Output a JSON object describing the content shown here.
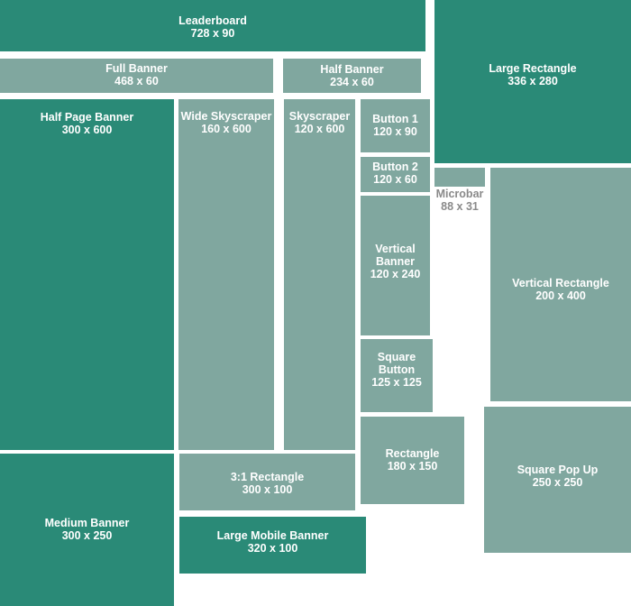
{
  "colors": {
    "dark": "#2a8a77",
    "light": "#80a79f",
    "microbar_text": "#8a8a8a"
  },
  "ads": {
    "leaderboard": {
      "name": "Leaderboard",
      "size": "728 x 90"
    },
    "full_banner": {
      "name": "Full Banner",
      "size": "468 x 60"
    },
    "half_banner": {
      "name": "Half Banner",
      "size": "234 x 60"
    },
    "large_rectangle": {
      "name": "Large Rectangle",
      "size": "336 x 280"
    },
    "half_page_banner": {
      "name": "Half Page Banner",
      "size": "300 x 600"
    },
    "wide_skyscraper": {
      "name": "Wide Skyscraper",
      "size": "160 x 600"
    },
    "skyscraper": {
      "name": "Skyscraper",
      "size": "120 x 600"
    },
    "button_1": {
      "name": "Button 1",
      "size": "120 x 90"
    },
    "button_2": {
      "name": "Button 2",
      "size": "120 x 60"
    },
    "microbar": {
      "name": "Microbar",
      "size": "88 x 31"
    },
    "vertical_banner": {
      "name_line1": "Vertical",
      "name_line2": "Banner",
      "size": "120 x 240"
    },
    "vertical_rectangle": {
      "name": "Vertical Rectangle",
      "size": "200 x 400"
    },
    "square_button": {
      "name_line1": "Square",
      "name_line2": "Button",
      "size": "125 x 125"
    },
    "rectangle": {
      "name": "Rectangle",
      "size": "180 x 150"
    },
    "square_pop_up": {
      "name": "Square Pop Up",
      "size": "250 x 250"
    },
    "rectangle_3_1": {
      "name": "3:1 Rectangle",
      "size": "300 x 100"
    },
    "medium_banner": {
      "name": "Medium Banner",
      "size": "300 x 250"
    },
    "large_mobile_banner": {
      "name": "Large Mobile Banner",
      "size": "320 x 100"
    }
  }
}
